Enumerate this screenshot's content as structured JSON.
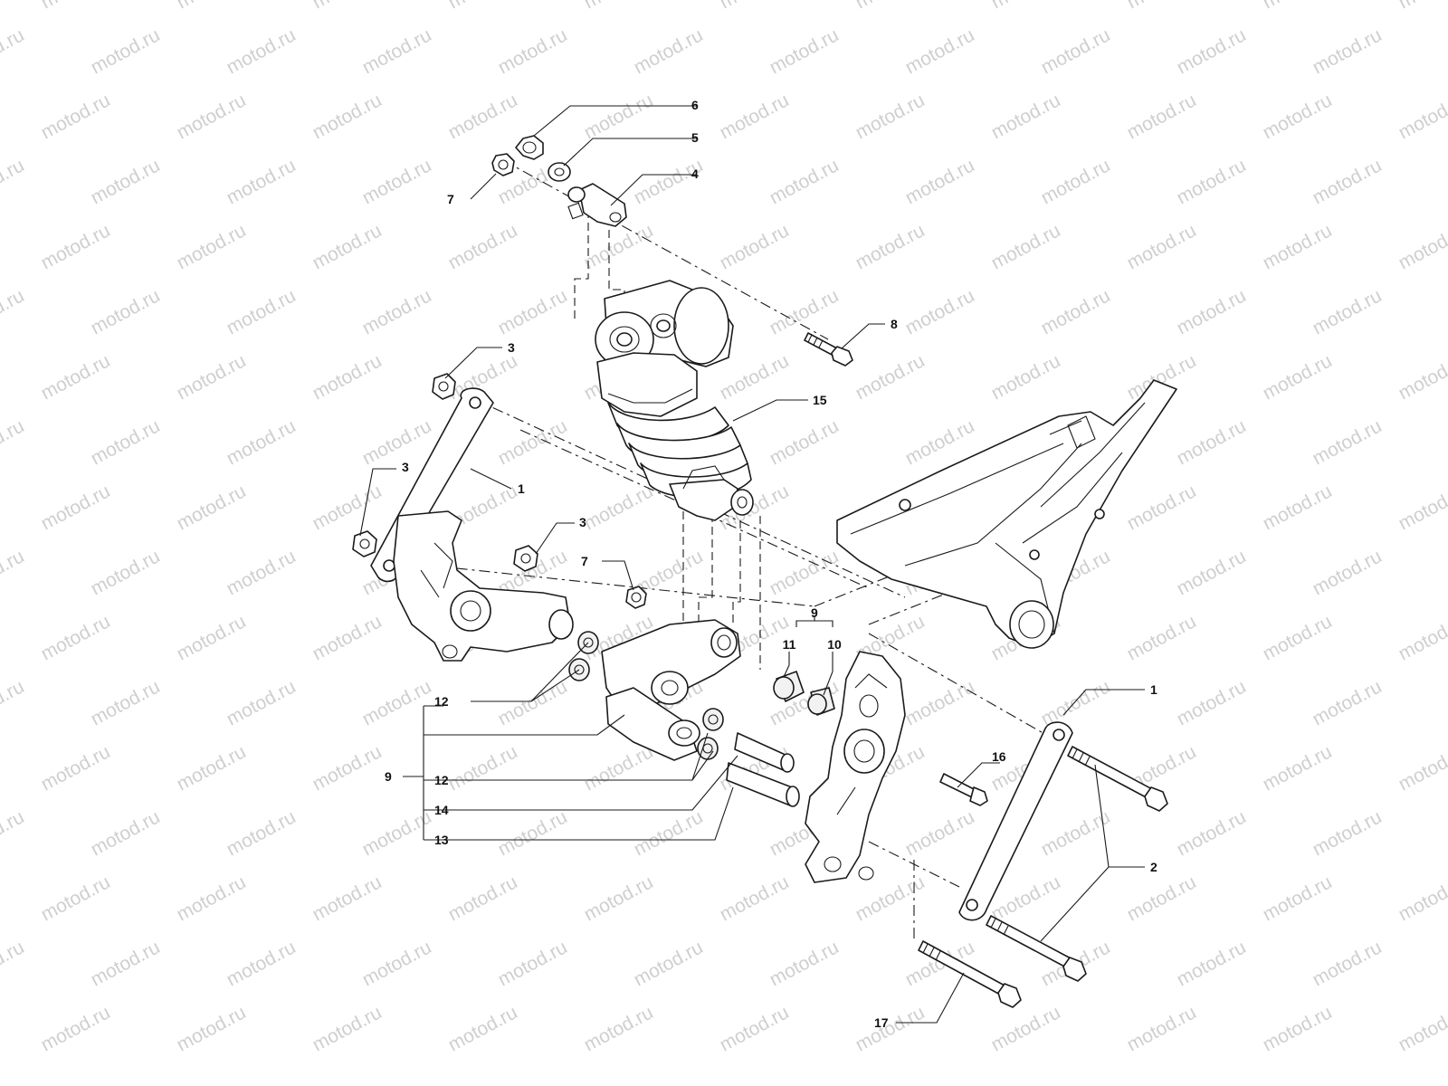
{
  "watermark": {
    "text": "motod.ru",
    "color": "#cfcfcf",
    "angle_deg": -28
  },
  "line_color": "#1a1a1a",
  "callouts": [
    {
      "id": "c6",
      "label": "6"
    },
    {
      "id": "c5",
      "label": "5"
    },
    {
      "id": "c4",
      "label": "4"
    },
    {
      "id": "c7a",
      "label": "7"
    },
    {
      "id": "c8",
      "label": "8"
    },
    {
      "id": "c3a",
      "label": "3"
    },
    {
      "id": "c15",
      "label": "15"
    },
    {
      "id": "c3b",
      "label": "3"
    },
    {
      "id": "c1a",
      "label": "1"
    },
    {
      "id": "c3c",
      "label": "3"
    },
    {
      "id": "c7b",
      "label": "7"
    },
    {
      "id": "c9a",
      "label": "9"
    },
    {
      "id": "c11",
      "label": "11"
    },
    {
      "id": "c10",
      "label": "10"
    },
    {
      "id": "c12a",
      "label": "12"
    },
    {
      "id": "c9b",
      "label": "9"
    },
    {
      "id": "c12b",
      "label": "12"
    },
    {
      "id": "c14",
      "label": "14"
    },
    {
      "id": "c13",
      "label": "13"
    },
    {
      "id": "c1b",
      "label": "1"
    },
    {
      "id": "c16",
      "label": "16"
    },
    {
      "id": "c2",
      "label": "2"
    },
    {
      "id": "c17",
      "label": "17"
    }
  ]
}
